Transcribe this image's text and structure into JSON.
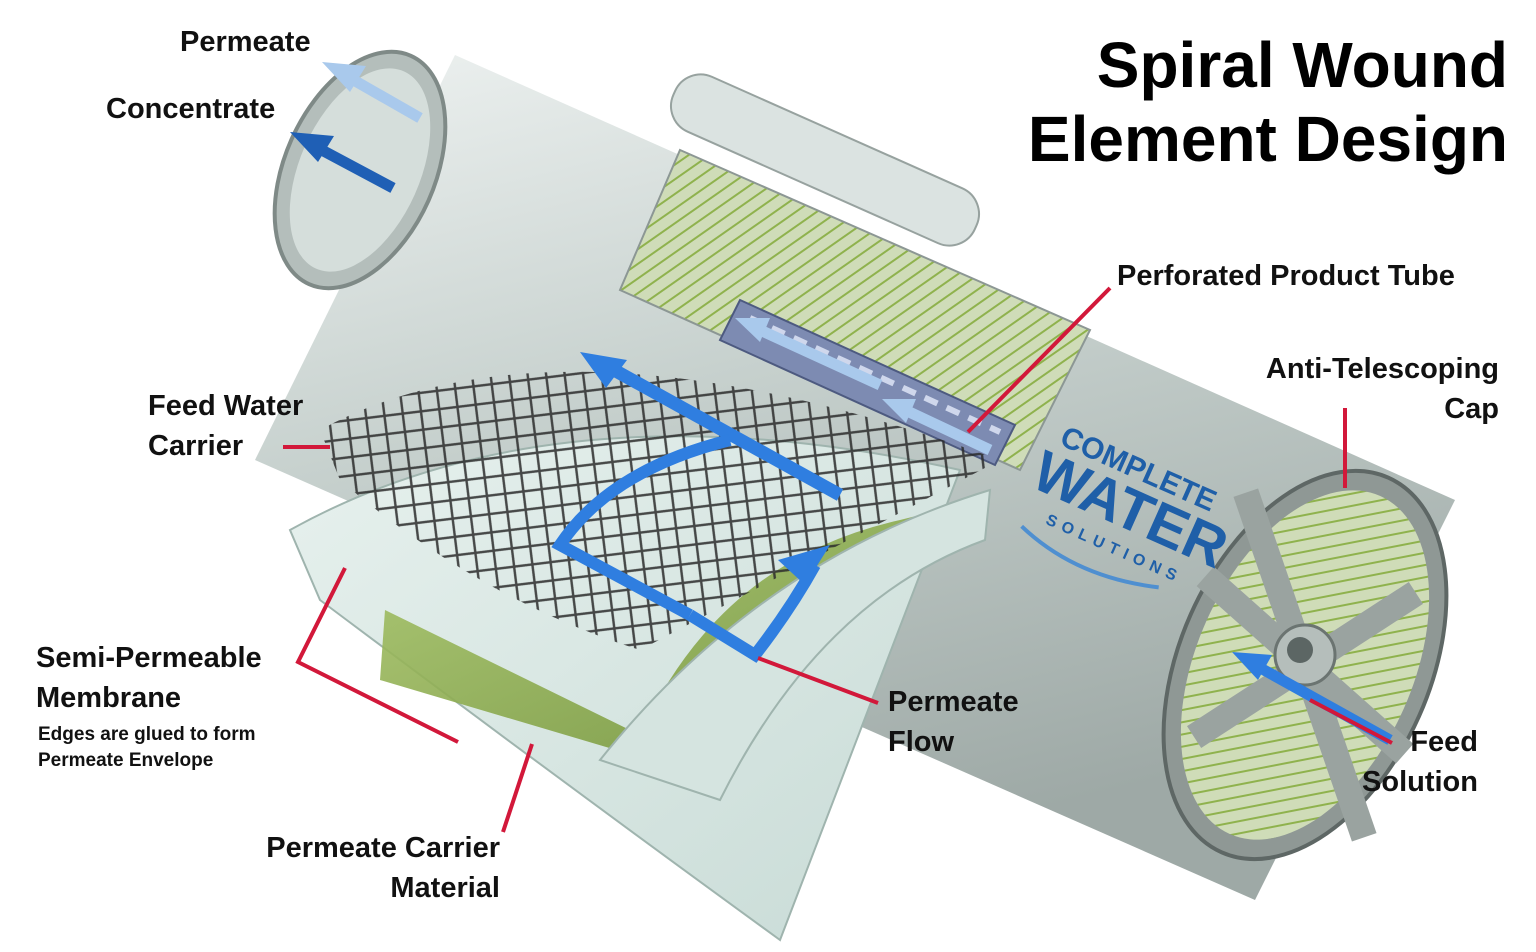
{
  "title": {
    "line1": "Spiral Wound",
    "line2": "Element Design"
  },
  "logo": {
    "line1": "COMPLETE",
    "line2": "WATER",
    "line3": "SOLUTIONS",
    "color": "#1f5fa8"
  },
  "labels": {
    "permeate": "Permeate",
    "concentrate": "Concentrate",
    "perforated_tube": "Perforated Product Tube",
    "anti_telescoping": {
      "line1": "Anti-Telescoping",
      "line2": "Cap"
    },
    "feed_water_carrier": {
      "line1": "Feed Water",
      "line2": "Carrier"
    },
    "semi_permeable": {
      "line1": "Semi-Permeable",
      "line2": "Membrane"
    },
    "membrane_note": {
      "line1": "Edges are glued to form",
      "line2": "Permeate Envelope"
    },
    "permeate_flow": {
      "line1": "Permeate",
      "line2": "Flow"
    },
    "feed_solution": {
      "line1": "Feed",
      "line2": "Solution"
    },
    "permeate_carrier": {
      "line1": "Permeate Carrier",
      "line2": "Material"
    }
  },
  "colors": {
    "leader_line": "#d2183a",
    "flow_arrow": "#2f7ee0",
    "permeate_arrow": "#a9c9ec",
    "concentrate_arrow": "#1f5fb5",
    "housing": "#c9d3d0",
    "membrane": "#dde9e6",
    "permeate_carrier": "#8fb24d",
    "mesh": "#2b2b2b"
  }
}
